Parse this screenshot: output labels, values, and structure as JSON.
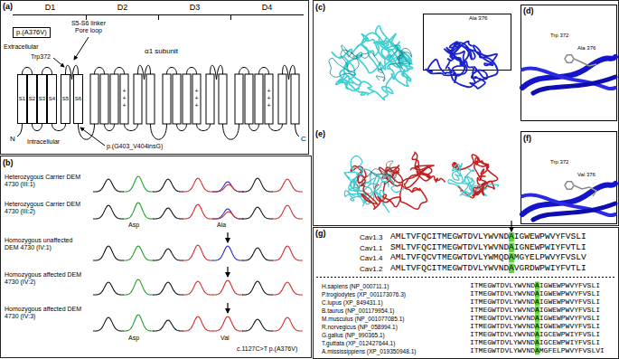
{
  "diagram": {
    "nodes": [
      {
        "text": [
          "p.(A376V)"
        ]
      },
      {
        "text": [
          "S1"
        ]
      },
      {
        "text": [
          "S2"
        ]
      },
      {
        "text": [
          "S3"
        ]
      },
      {
        "text": [
          "S4"
        ]
      },
      {
        "text": [
          "S5"
        ]
      },
      {
        "text": [
          "S6"
        ]
      }
    ],
    "edges": [
      {
        "from": 1,
        "to": 2,
        "arrow": "none"
      },
      {
        "from": 2,
        "to": 3,
        "arrow": "none"
      },
      {
        "from": 3,
        "to": 4,
        "arrow": "none"
      },
      {
        "from": 4,
        "to": 5,
        "arrow": "none"
      },
      {
        "from": 5,
        "to": 6,
        "arrow": "none"
      }
    ],
    "labels": [
      "(a)",
      "D1",
      "D2",
      "D3",
      "D4",
      "S5-S6 linker Pore loop",
      "Extracellular",
      "Trp372",
      "α1 subunit",
      "Intracellular",
      "p.(G403_V404insG)",
      "N",
      "C",
      "+ + +",
      "+ + +",
      "+ + +",
      "(b)",
      "Heterozygous Carrier DEM 4730 (III:1)",
      "Heterozygous Carrier DEM 4730 (III:2)",
      "Homozygous unaffected DEM 4730 (IV:1)",
      "Homozygous affected DEM 4730 (IV:2)",
      "Homozygous affected DEM 4730 (IV:3)",
      "Asp",
      "Ala",
      "Asp",
      "Val",
      "c.1127C>T p.(A376V)",
      "(c)",
      "Ala 376",
      "(d)",
      "Trp 372",
      "Ala 376",
      "(e)",
      "(f)",
      "Trp 372",
      "Val 376",
      "(g)",
      "Cav1.3",
      "AMLTVFQCITMEGWTDVLYWVNDAIGWEWPWVYFVSLI",
      "Cav1.1",
      "SMLTVFQCITMEGWTDVLYWVNDAIGNEWPWIYFVTLI",
      "Cav1.4",
      "AMLTVFQCVTMEGWTDVLYWMQDAMGYELPWVYFVSLV",
      "Cav1.2",
      "AMLTVFQCITMEGWTDVLYWVNDAVGRDWPWIYFVTLI",
      "H.sapiens (NP_000711.1)",
      "ITMEGWTDVLYWVNDAIGWEWPWVYFVSLI",
      "P.troglodytes (XP_001173076.3)",
      "ITMEGWTDVLYWVNDAIGWEWPWVYFVSLI",
      "C.lupus (XP_849431.1)",
      "ITMEGWTDVLYWVNDAIGWEWPWVYFVSLI",
      "B.taurus (NP_001179954.1)",
      "ITMEGWTDVLYWVNDAIGWEWPWVYFVSLI",
      "M.musculus (NP_001077085.1)",
      "ITMEGWTDVLYWVNDAIGWEWPWVYFVSLI",
      "R.norvegicus (NP_058994.1)",
      "ITMEGWTDVLYWVNDAIGWEWPWVYFVSLI",
      "G.gallus (NP_990365.1)",
      "ITMEGWTDVLYWVNDAIGCEWPWIYFVSLI",
      "T.guttata (XP_012427644.1)",
      "ITMEGWTDVLYWVNDAIGCEWPWIYFVSLI",
      "A.mississippiens (XP_019350948.1)",
      "ITMEGWTDVLYWVNDAMGFELPWVYFVSLVI"
    ]
  }
}
